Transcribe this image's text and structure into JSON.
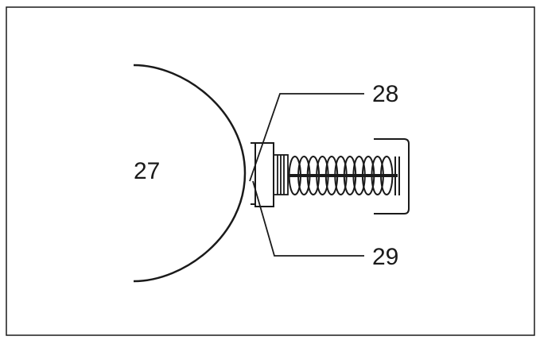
{
  "diagram": {
    "callouts": {
      "drum": "27",
      "pad": "28",
      "plunger": "29"
    },
    "colors": {
      "stroke": "#1a1a1a",
      "background": "#ffffff"
    },
    "spring_coil_count": 11
  }
}
